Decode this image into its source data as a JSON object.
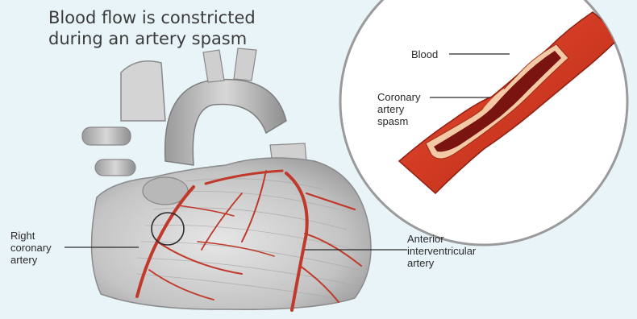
{
  "title": {
    "line1": "Blood flow is constricted",
    "line2": "during an artery spasm"
  },
  "labels": {
    "right_coronary": [
      "Right",
      "coronary",
      "artery"
    ],
    "anterior_interventricular": [
      "Anterior",
      "interventricular",
      "artery"
    ],
    "blood": "Blood",
    "coronary_spasm": [
      "Coronary",
      "artery",
      "spasm"
    ]
  },
  "colors": {
    "background": "#e9f4f8",
    "heart_gray": "#c9c9c9",
    "artery_red": "#c0392b",
    "vessel_red": "#d9412a",
    "blood_dark": "#7a1410"
  }
}
